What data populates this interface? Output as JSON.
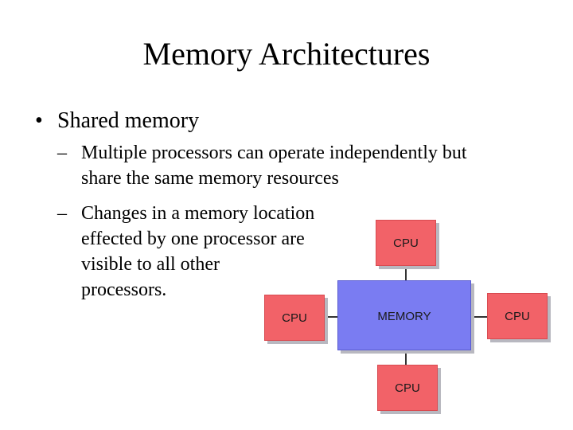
{
  "slide": {
    "title": "Memory Architectures",
    "bullet": {
      "marker": "•",
      "text": "Shared memory"
    },
    "subbullets": [
      {
        "marker": "–",
        "lines": [
          "Multiple processors can operate independently but",
          "share the same memory resources"
        ]
      },
      {
        "marker": "–",
        "lines": [
          "Changes in a memory location",
          "effected by one processor are",
          "visible to all other",
          "processors."
        ]
      }
    ]
  },
  "diagram": {
    "memory_label": "MEMORY",
    "cpu_label": "CPU",
    "colors": {
      "cpu": "#f26268",
      "memory": "#7a7cf2",
      "connector": "#333333"
    }
  }
}
